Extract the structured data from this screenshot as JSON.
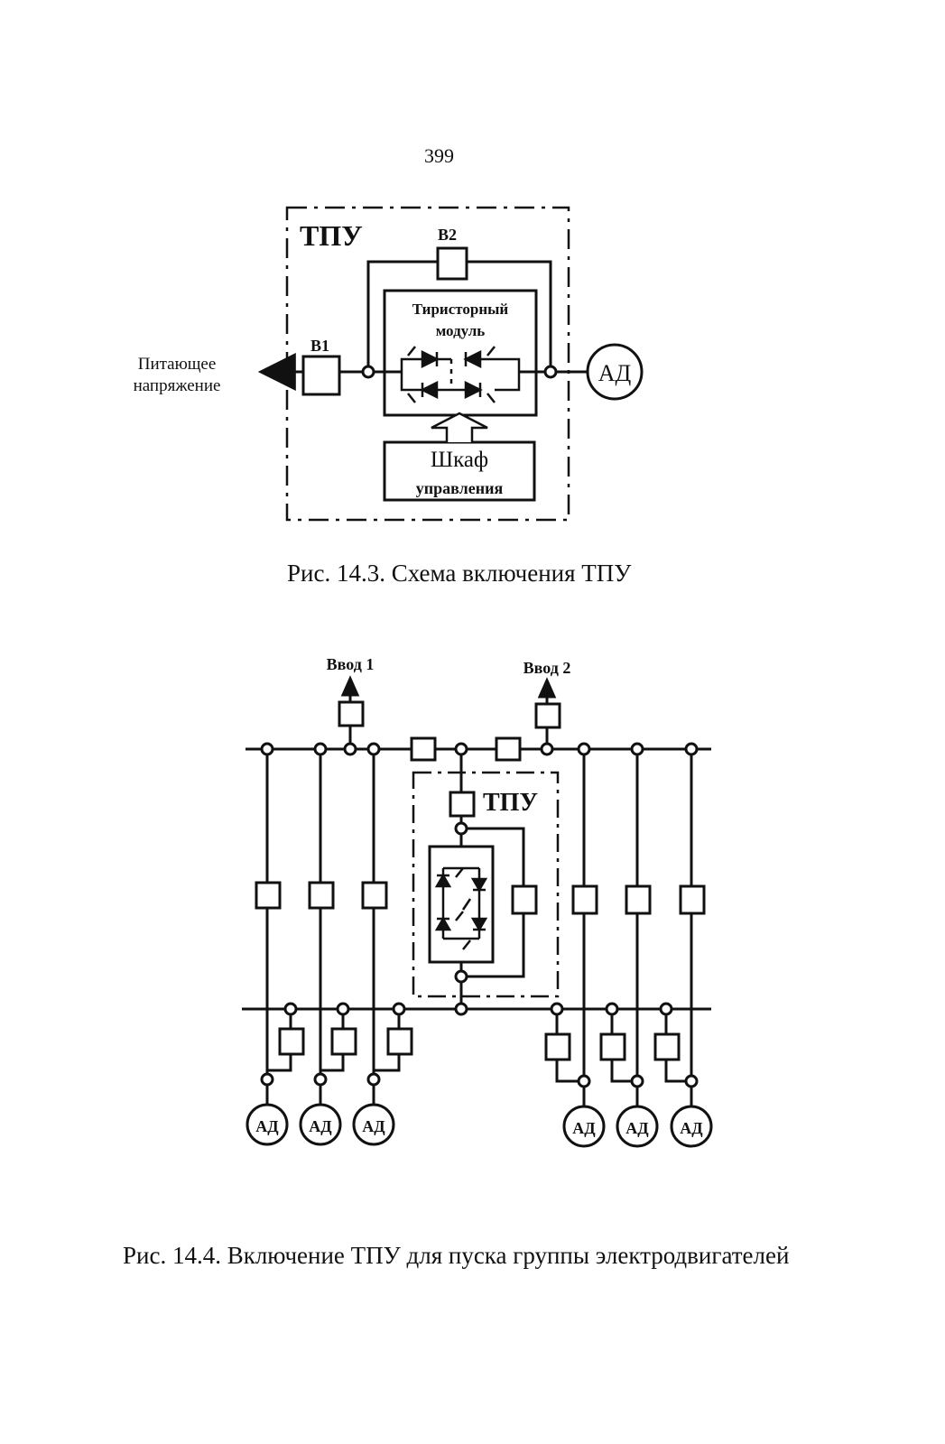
{
  "page_number": "399",
  "figure1": {
    "title": "ТПУ",
    "b1_label": "B1",
    "b2_label": "B2",
    "module_label_line1": "Тиристорный",
    "module_label_line2": "модуль",
    "cabinet_label_line1": "Шкаф",
    "cabinet_label_line2": "управления",
    "supply_label_line1": "Питающее",
    "supply_label_line2": "напряжение",
    "motor_label": "АД",
    "caption": "Рис. 14.3. Схема включения ТПУ"
  },
  "figure2": {
    "input1_label": "Ввод 1",
    "input2_label": "Ввод 2",
    "tpu_label": "ТПУ",
    "motor_labels": [
      "АД",
      "АД",
      "АД",
      "АД",
      "АД",
      "АД"
    ],
    "caption": "Рис. 14.4. Включение ТПУ для пуска группы электродвигателей"
  }
}
